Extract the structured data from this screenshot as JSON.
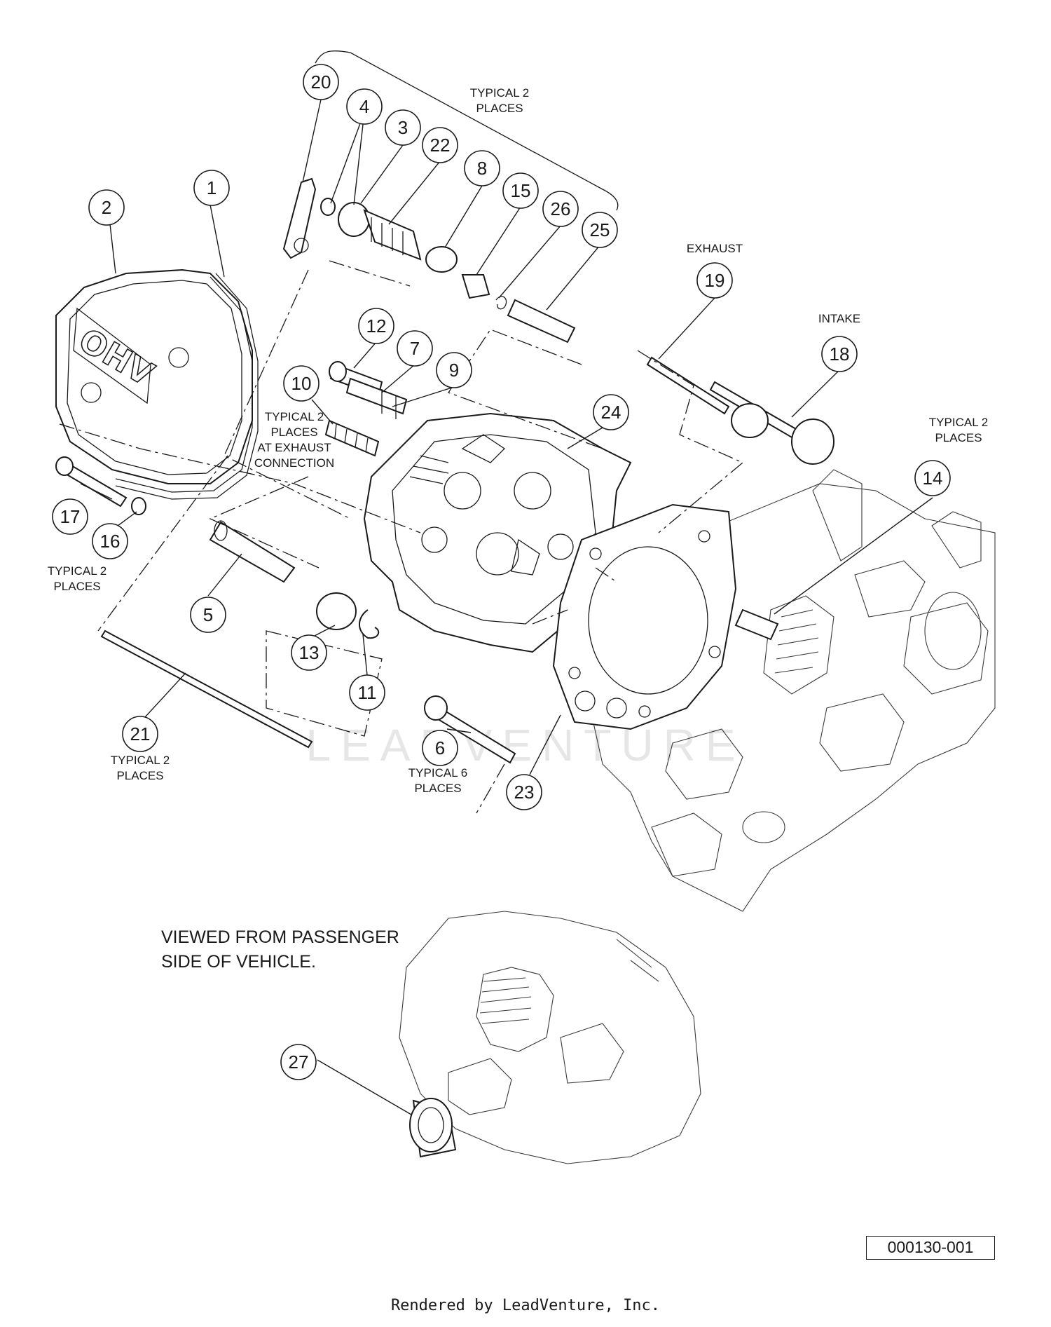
{
  "callouts": [
    {
      "id": "1"
    },
    {
      "id": "2"
    },
    {
      "id": "3"
    },
    {
      "id": "4"
    },
    {
      "id": "5"
    },
    {
      "id": "6"
    },
    {
      "id": "7"
    },
    {
      "id": "8"
    },
    {
      "id": "9"
    },
    {
      "id": "10"
    },
    {
      "id": "11"
    },
    {
      "id": "12"
    },
    {
      "id": "13"
    },
    {
      "id": "14"
    },
    {
      "id": "15"
    },
    {
      "id": "16"
    },
    {
      "id": "17"
    },
    {
      "id": "18"
    },
    {
      "id": "19"
    },
    {
      "id": "20"
    },
    {
      "id": "21"
    },
    {
      "id": "22"
    },
    {
      "id": "23"
    },
    {
      "id": "24"
    },
    {
      "id": "25"
    },
    {
      "id": "26"
    },
    {
      "id": "27"
    }
  ],
  "notes": {
    "valve_train": [
      "TYPICAL 2",
      "PLACES"
    ],
    "exhaust": "EXHAUST",
    "intake": "INTAKE",
    "dowel": [
      "TYPICAL 2",
      "PLACES"
    ],
    "exhaust_studs": [
      "TYPICAL 2",
      "PLACES",
      "AT EXHAUST",
      "CONNECTION"
    ],
    "cover_bolts": [
      "TYPICAL 2",
      "PLACES"
    ],
    "push_rods": [
      "TYPICAL 2",
      "PLACES"
    ],
    "head_bolts": [
      "TYPICAL 6",
      "PLACES"
    ]
  },
  "view_note": [
    "VIEWED FROM PASSENGER",
    "SIDE OF VEHICLE."
  ],
  "watermark": "LEADVENTURE",
  "diagram_id": "000130-001",
  "footer": "Rendered by LeadVenture, Inc."
}
